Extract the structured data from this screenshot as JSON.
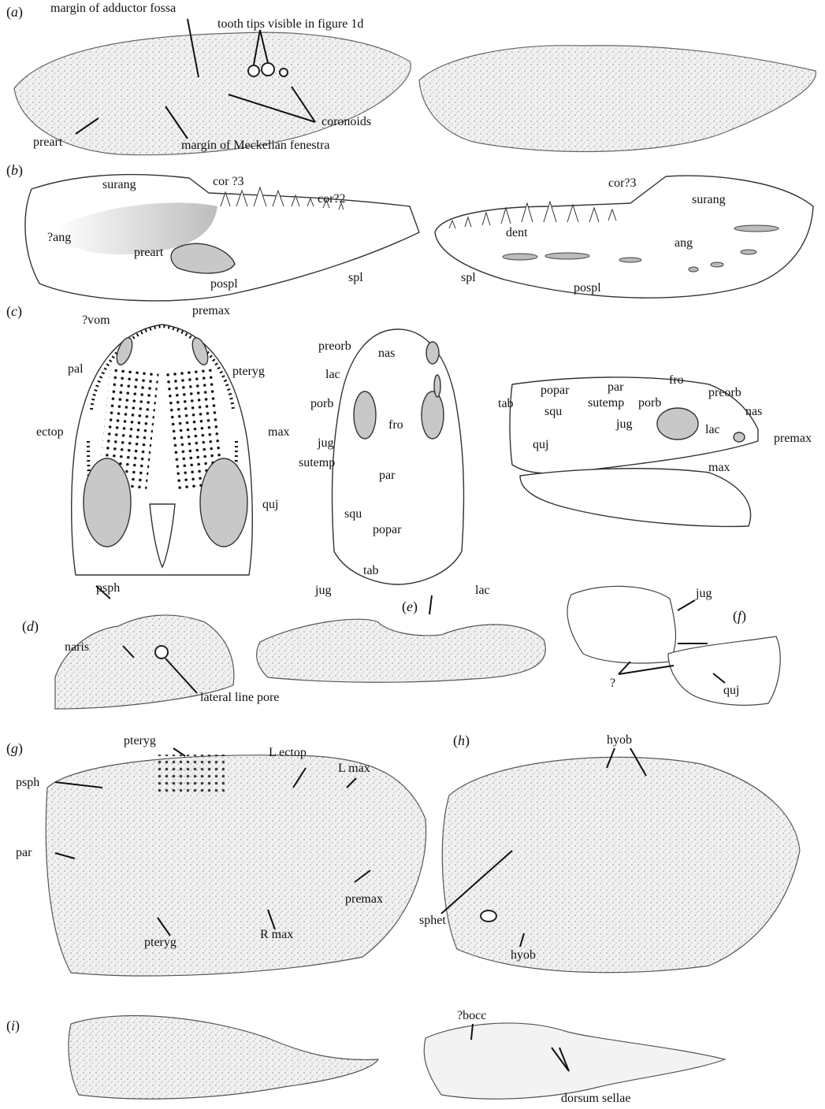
{
  "panels": [
    {
      "key": "a",
      "label": "a"
    },
    {
      "key": "b",
      "label": "b"
    },
    {
      "key": "c",
      "label": "c"
    },
    {
      "key": "d",
      "label": "d"
    },
    {
      "key": "e",
      "label": "e"
    },
    {
      "key": "f",
      "label": "f"
    },
    {
      "key": "g",
      "label": "g"
    },
    {
      "key": "h",
      "label": "h"
    },
    {
      "key": "i",
      "label": "i"
    }
  ],
  "labels": {
    "a": {
      "margin_adductor_fossa": "margin of adductor fossa",
      "tooth_tips": "tooth tips visible in figure 1d",
      "coronoids": "coronoids",
      "preart": "preart",
      "margin_meckelian": "margin of Meckelian fenestra"
    },
    "b": {
      "surang_left": "surang",
      "cor3": "cor ?3",
      "cor2": "cor?2",
      "ang_q": "?ang",
      "preart": "preart",
      "pospl_left": "pospl",
      "spl_left": "spl",
      "cor3_right": "cor?3",
      "surang_right": "surang",
      "dent": "dent",
      "ang": "ang",
      "spl_right": "spl",
      "pospl_right": "pospl"
    },
    "c": {
      "vom": "?vom",
      "premax_ventral": "premax",
      "pal": "pal",
      "pteryg": "pteryg",
      "ectop": "ectop",
      "max_ventral": "max",
      "quj_ventral": "quj",
      "psph": "psph",
      "preorb_dorsal": "preorb",
      "nas_dorsal": "nas",
      "lac_dorsal": "lac",
      "porb_dorsal": "porb",
      "fro_dorsal": "fro",
      "jug_dorsal": "jug",
      "sutemp_dorsal": "sutemp",
      "par_dorsal": "par",
      "squ_dorsal": "squ",
      "popar_dorsal": "popar",
      "tab_dorsal": "tab",
      "popar_lat": "popar",
      "par_lat": "par",
      "fro_lat": "fro",
      "preorb_lat": "preorb",
      "tab_lat": "tab",
      "squ_lat": "squ",
      "sutemp_lat": "sutemp",
      "porb_lat": "porb",
      "nas_lat": "nas",
      "jug_lat": "jug",
      "quj_lat": "quj",
      "lac_lat": "lac",
      "premax_lat": "premax",
      "max_lat": "max"
    },
    "d": {
      "naris": "naris",
      "lateral_line_pore": "lateral line pore"
    },
    "e": {
      "jug": "jug",
      "lac": "lac"
    },
    "f": {
      "jug": "jug",
      "q": "?",
      "quj": "quj"
    },
    "g": {
      "pteryg_top": "pteryg",
      "l_ectop": "L ectop",
      "l_max": "L max",
      "psph": "psph",
      "par": "par",
      "premax": "premax",
      "pteryg_bottom": "pteryg",
      "r_max": "R max"
    },
    "h": {
      "hyob_top": "hyob",
      "sphet": "sphet",
      "hyob_bottom": "hyob"
    },
    "i": {
      "bocc": "?bocc",
      "dorsum_sellae": "dorsum sellae"
    }
  }
}
